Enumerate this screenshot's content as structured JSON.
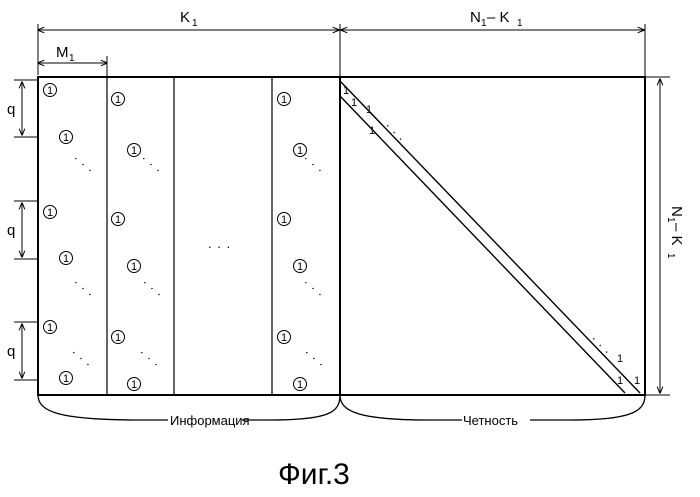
{
  "labels": {
    "k1": "K",
    "k1_sub": "1",
    "n1_minus_k1": {
      "n": "N",
      "n_sub": "1",
      "minus": "– K",
      "k_sub": "1"
    },
    "m1": "M",
    "m1_sub": "1",
    "q": "q",
    "vertical": {
      "n": "N",
      "n_sub": "1",
      "minus": "– K",
      "k_sub": "1"
    },
    "one": "1",
    "one_small": "1",
    "mid_dots": ". . .",
    "information": "Информация",
    "parity": "Четность",
    "figure": "Фиг.3"
  }
}
